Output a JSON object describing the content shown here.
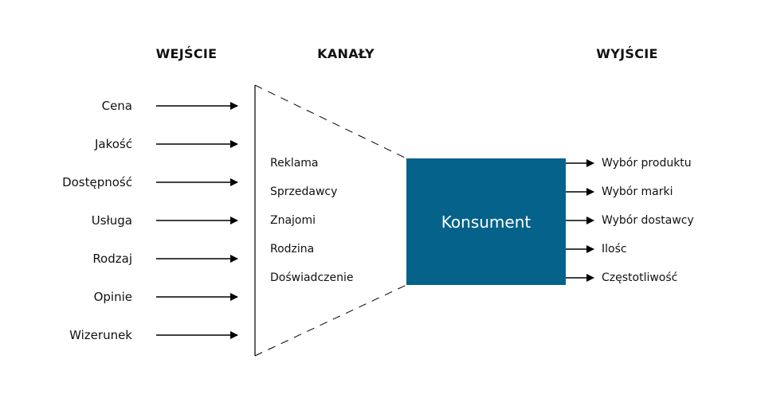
{
  "headers": {
    "input": "WEJŚCIE",
    "channels": "KANAŁY",
    "output": "WYJŚCIE"
  },
  "inputs": [
    "Cena",
    "Jakość",
    "Dostępność",
    "Usługa",
    "Rodzaj",
    "Opinie",
    "Wizerunek"
  ],
  "channels": [
    "Reklama",
    "Sprzedawcy",
    "Znajomi",
    "Rodzina",
    "Doświadczenie"
  ],
  "center": {
    "label": "Konsument",
    "color": "#05628a"
  },
  "outputs": [
    "Wybór produktu",
    "Wybór marki",
    "Wybór dostawcy",
    "Ilośc",
    "Częstotliwość"
  ]
}
